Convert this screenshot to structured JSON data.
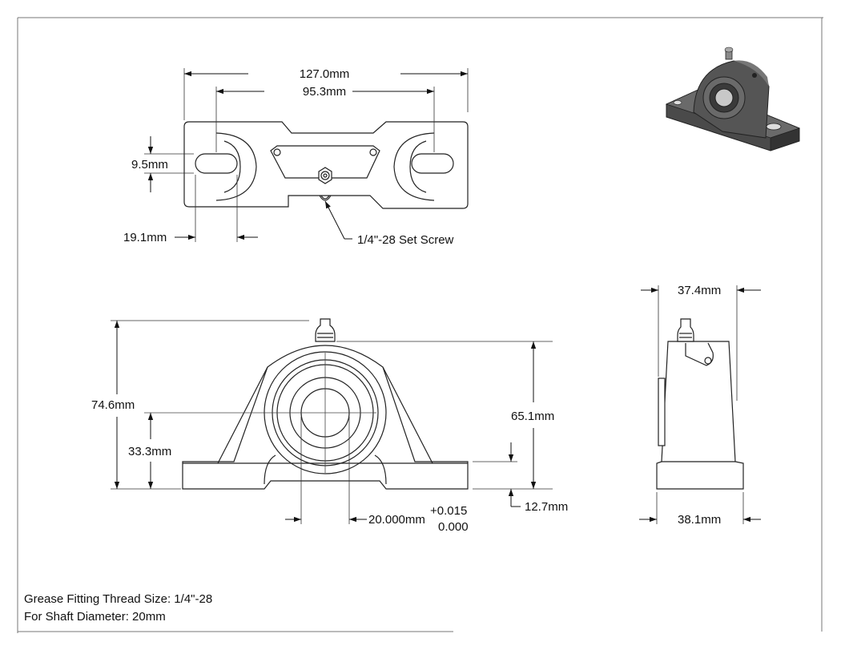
{
  "dimensions": {
    "overall_length": "127.0mm",
    "bolt_center_distance": "95.3mm",
    "slot_width": "9.5mm",
    "slot_length": "19.1mm",
    "set_screw": "1/4\"-28 Set Screw",
    "overall_height": "74.6mm",
    "shaft_center_height": "33.3mm",
    "housing_height": "65.1mm",
    "bore_diameter": "20.000mm",
    "bore_tolerance_plus": "+0.015",
    "bore_tolerance_minus": "0.000",
    "base_thickness": "12.7mm",
    "housing_width": "37.4mm",
    "base_width": "38.1mm"
  },
  "notes": {
    "grease_fitting": "Grease Fitting Thread Size: 1/4\"-28",
    "shaft_diameter": "For Shaft Diameter: 20mm"
  }
}
